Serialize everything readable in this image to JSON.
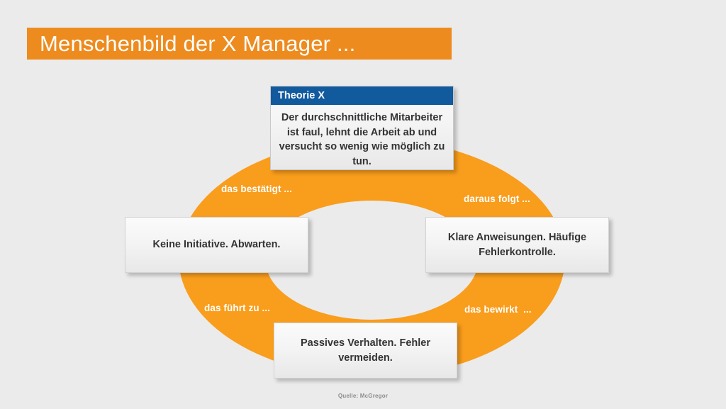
{
  "slide": {
    "title": "Menschenbild der X Manager ...",
    "background_color": "#ebebeb",
    "accent_color": "#ed8b1f",
    "header_blue": "#125a9e"
  },
  "theory_box": {
    "header": "Theorie X",
    "body": "Der durchschnittliche Mitarbeiter ist faul, lehnt die Arbeit ab und versucht so wenig wie möglich zu tun."
  },
  "cycle": {
    "labels": {
      "top_left": "das bestätigt ...",
      "top_right": "daraus folgt ...",
      "bottom_left": "das führt zu ...",
      "bottom_right": "das bewirkt  ..."
    },
    "boxes": {
      "left": "Keine Initiative. Abwarten.",
      "right": "Klare Anweisungen. Häufige Fehlerkontrolle.",
      "bottom": "Passives Verhalten. Fehler vermeiden."
    }
  },
  "source": "Quelle: McGregor"
}
